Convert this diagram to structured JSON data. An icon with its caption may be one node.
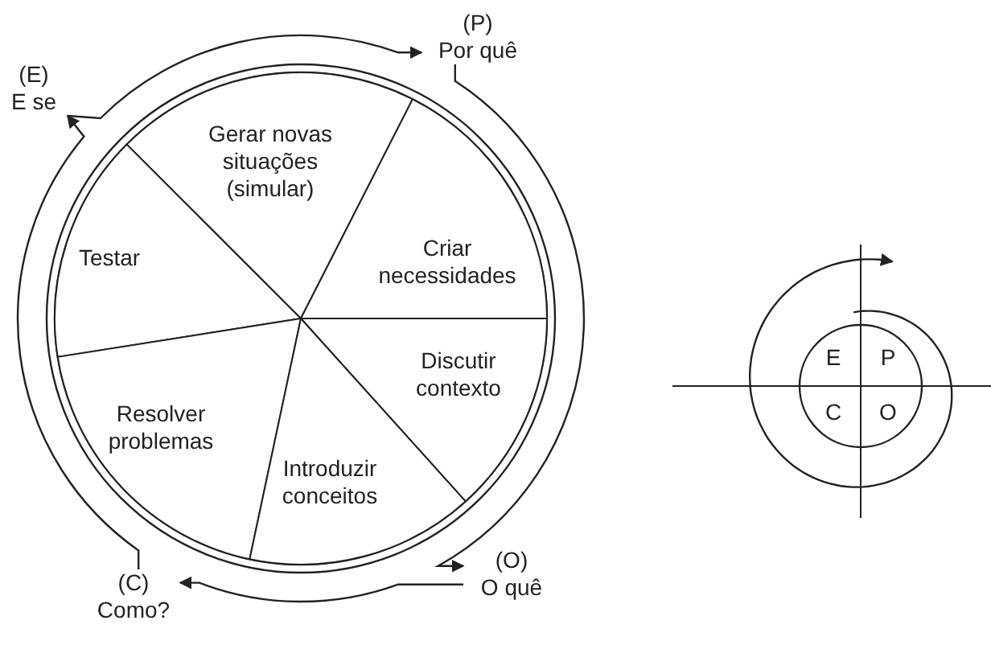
{
  "diagram": {
    "nodes": [
      {
        "text": [
          "(P)",
          "Por quê"
        ]
      },
      {
        "text": [
          "(E)",
          "E se"
        ]
      },
      {
        "text": [],
        "shape": "circle"
      },
      {
        "text": [
          "Gerar novas situações (simular)"
        ],
        "in": 2
      },
      {
        "text": [
          "Criar necessidades"
        ],
        "in": 2
      },
      {
        "text": [
          "Testar"
        ],
        "in": 2
      },
      {
        "text": [
          "Discutir contexto"
        ],
        "in": 2
      },
      {
        "text": [
          "Resolver problemas"
        ],
        "in": 2
      },
      {
        "text": [
          "Introduzir conceitos"
        ],
        "in": 2
      },
      {
        "text": [
          "(O)",
          "O quê"
        ]
      },
      {
        "text": [
          "(C)",
          "Como?"
        ]
      }
    ],
    "edges": [
      {
        "from": 1,
        "to": 0,
        "arrow": "to"
      },
      {
        "from": 0,
        "to": 9,
        "arrow": "to"
      },
      {
        "from": 9,
        "to": 10,
        "arrow": "to"
      },
      {
        "from": 10,
        "to": 1,
        "arrow": "to"
      }
    ],
    "labels": [
      "E",
      "P",
      "C",
      "O"
    ]
  }
}
